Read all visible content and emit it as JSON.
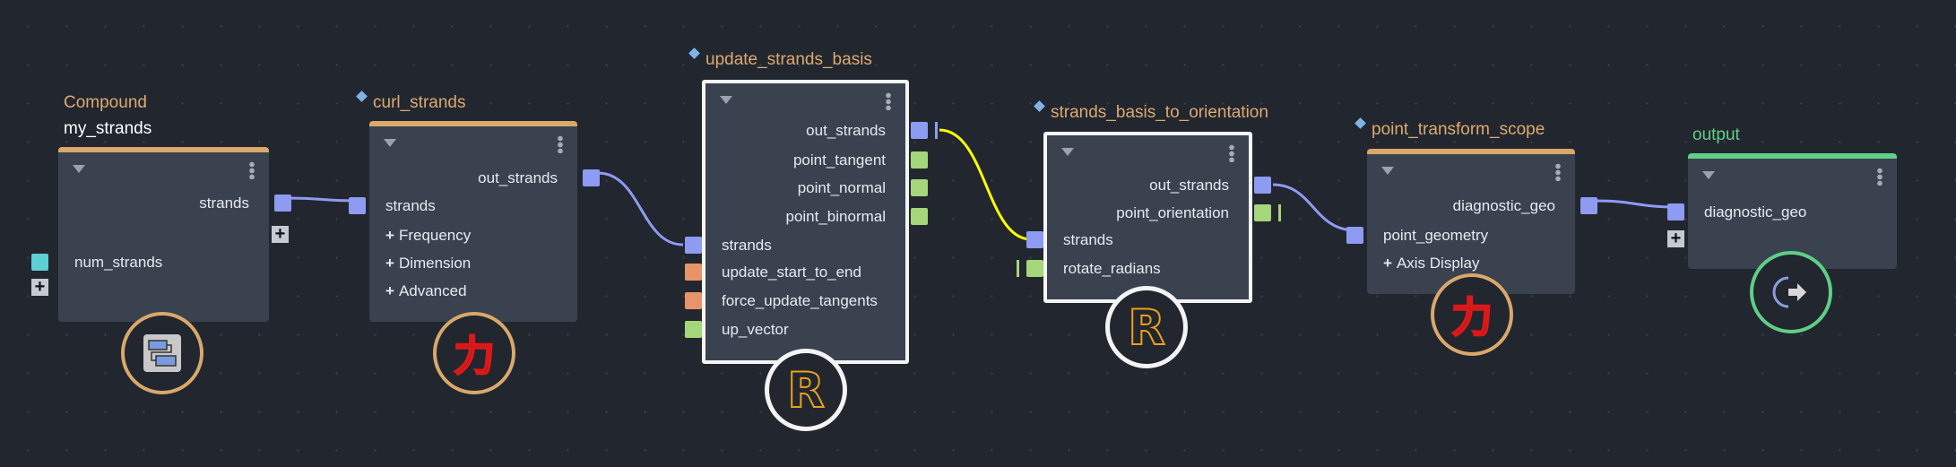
{
  "colors": {
    "background": "#22262f",
    "node": "#3a4250",
    "compound_accent": "#d9a86a",
    "output_accent": "#5fcf86",
    "strands_port": "#8e9bf2",
    "vector_port": "#a4d67a",
    "bool_port": "#e7946a",
    "int_port": "#5dcfd5",
    "selected_wire": "#ffff00"
  },
  "nodes": {
    "my_strands": {
      "type_label": "Compound",
      "name": "my_strands",
      "outputs": [
        "strands"
      ],
      "inputs": [
        "num_strands"
      ],
      "icon": "compound-icon"
    },
    "curl_strands": {
      "name": "curl_strands",
      "outputs": [
        "out_strands"
      ],
      "inputs": [
        "strands"
      ],
      "groups": [
        "Frequency",
        "Dimension",
        "Advanced"
      ],
      "icon": "kanji-chikara-icon",
      "icon_text": "力"
    },
    "update_strands_basis": {
      "name": "update_strands_basis",
      "outputs": [
        "out_strands",
        "point_tangent",
        "point_normal",
        "point_binormal"
      ],
      "inputs": [
        "strands",
        "update_start_to_end",
        "force_update_tangents",
        "up_vector"
      ],
      "icon": "r-logo-icon",
      "icon_text": "R"
    },
    "strands_basis_to_orientation": {
      "name": "strands_basis_to_orientation",
      "outputs": [
        "out_strands",
        "point_orientation"
      ],
      "inputs": [
        "strands",
        "rotate_radians"
      ],
      "icon": "r-logo-icon",
      "icon_text": "R"
    },
    "point_transform_scope": {
      "name": "point_transform_scope",
      "outputs": [
        "diagnostic_geo"
      ],
      "inputs": [
        "point_geometry"
      ],
      "groups": [
        "Axis Display"
      ],
      "icon": "kanji-chikara-icon",
      "icon_text": "力"
    },
    "output": {
      "name": "output",
      "inputs": [
        "diagnostic_geo"
      ],
      "icon": "output-arrow-icon"
    }
  },
  "plus_symbol": "+"
}
